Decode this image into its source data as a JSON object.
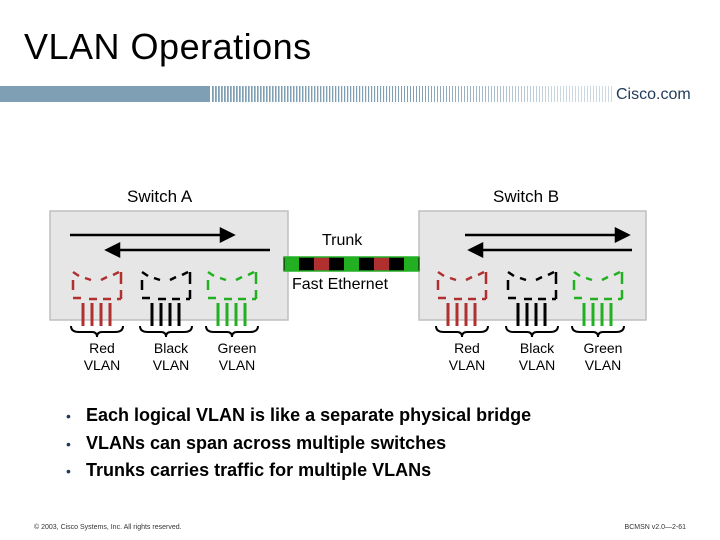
{
  "title": "VLAN Operations",
  "brand": "Cisco.com",
  "switch_a": "Switch A",
  "switch_b": "Switch B",
  "trunk_label": "Trunk",
  "fast_ethernet_label": "Fast Ethernet",
  "vlans_a": [
    {
      "line1": "Red",
      "line2": "VLAN",
      "color": "#b03030"
    },
    {
      "line1": "Black",
      "line2": "VLAN",
      "color": "#000000"
    },
    {
      "line1": "Green",
      "line2": "VLAN",
      "color": "#22b022"
    }
  ],
  "vlans_b": [
    {
      "line1": "Red",
      "line2": "VLAN",
      "color": "#b03030"
    },
    {
      "line1": "Black",
      "line2": "VLAN",
      "color": "#000000"
    },
    {
      "line1": "Green",
      "line2": "VLAN",
      "color": "#22b022"
    }
  ],
  "bullets": [
    "Each logical VLAN is like a separate physical bridge",
    "VLANs can span across multiple switches",
    "Trunks carries traffic for multiple VLANs"
  ],
  "footer_left": "© 2003, Cisco Systems, Inc. All rights reserved.",
  "footer_right": "BCMSN v2.0—2-61",
  "colors": {
    "switch_fill": "#e6e6e6",
    "band": "#7f9fb4",
    "red": "#b03030",
    "green": "#22b022",
    "black": "#000000"
  }
}
